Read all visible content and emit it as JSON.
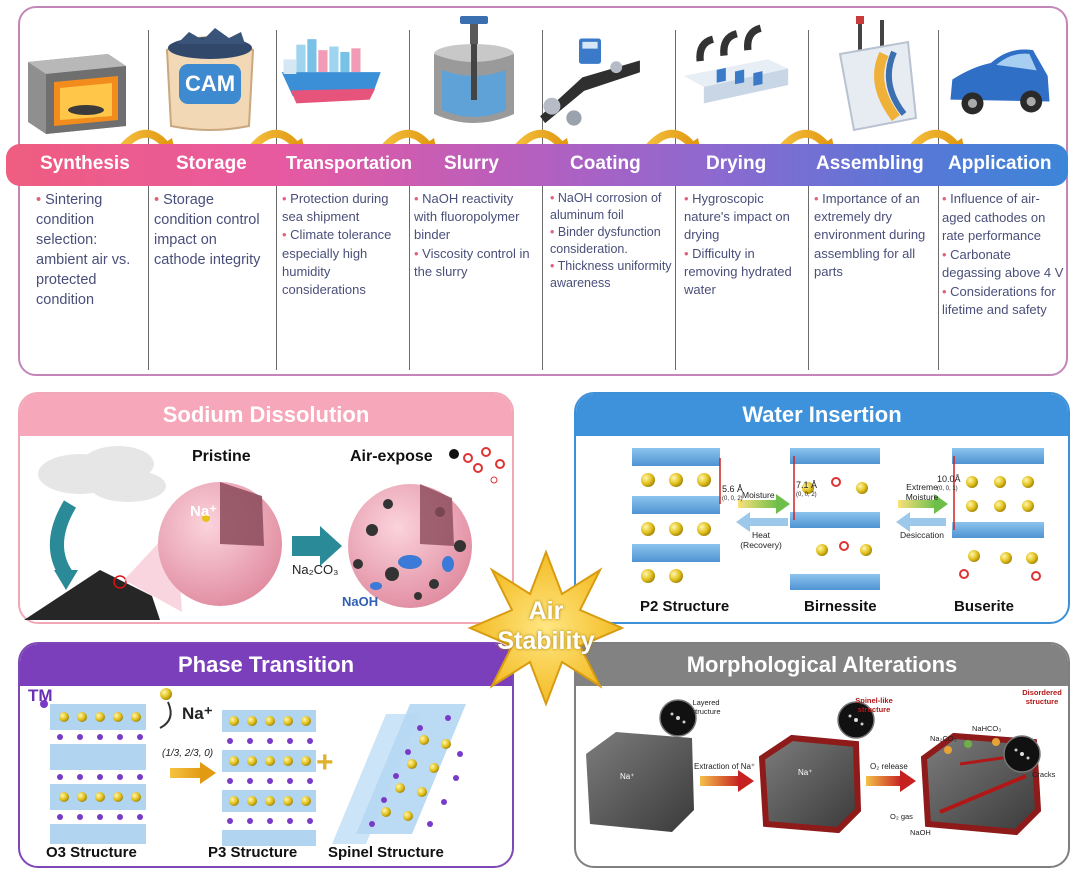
{
  "process": {
    "stages": [
      {
        "label": "Synthesis",
        "bullets": [
          "Sintering condition selection: ambient air vs. protected condition"
        ]
      },
      {
        "label": "Storage",
        "bullets": [
          "Storage condition control impact on cathode integrity"
        ]
      },
      {
        "label": "Transportation",
        "bullets": [
          "Protection during sea shipment",
          "Climate tolerance especially high humidity considerations"
        ]
      },
      {
        "label": "Slurry",
        "bullets": [
          "NaOH reactivity with fluoropolymer binder",
          "Viscosity control in the slurry"
        ]
      },
      {
        "label": "Coating",
        "bullets": [
          "NaOH corrosion of aluminum foil",
          "Binder dysfunction consideration.",
          "Thickness uniformity awareness"
        ]
      },
      {
        "label": "Drying",
        "bullets": [
          "Hygroscopic nature's impact on drying",
          "Difficulty in removing hydrated water"
        ]
      },
      {
        "label": "Assembling",
        "bullets": [
          "Importance of an extremely dry environment during assembling for all parts"
        ]
      },
      {
        "label": "Application",
        "bullets": [
          "Influence of air-aged cathodes on rate performance",
          "Carbonate degassing above 4 V",
          "Considerations for lifetime and safety"
        ]
      }
    ],
    "storage_bag_label": "CAM"
  },
  "sodium_dissolution": {
    "title": "Sodium Dissolution",
    "pristine_label": "Pristine",
    "air_expose_label": "Air-expose",
    "na_label": "Na⁺",
    "na2co3_label": "Na₂CO₃",
    "naoh_label": "NaOH"
  },
  "water_insertion": {
    "title": "Water Insertion",
    "structures": [
      "P2 Structure",
      "Birnessite",
      "Buserite"
    ],
    "spacings": [
      "5.6 Å",
      "7.1 Å",
      "10.0Å"
    ],
    "planes": [
      "(0, 0, 2)",
      "(0, 0, 2)",
      "(0, 0, 1)"
    ],
    "arrow_labels": {
      "moisture": "Moisture",
      "heat": "Heat (Recovery)",
      "extreme": "Extreme Moisture",
      "desiccation": "Desiccation"
    }
  },
  "center": {
    "line1": "Air",
    "line2": "Stability"
  },
  "phase_transition": {
    "title": "Phase Transition",
    "tm_label": "TM",
    "na_label": "Na⁺",
    "coords": "(1/3, 2/3, 0)",
    "plus": "+",
    "structures": [
      "O3 Structure",
      "P3 Structure",
      "Spinel Structure"
    ]
  },
  "morphological": {
    "title": "Morphological Alterations",
    "layered": "Layered structure",
    "spinel": "Spinel-like structure",
    "disordered": "Disordered structure",
    "extraction": "Extraction of Na⁺",
    "o2_release": "O₂ release",
    "na_in": "Na⁺",
    "na_out": "Na⁺",
    "na2co3": "Na₂CO₃",
    "nahco3": "NaHCO₃",
    "cracks": "Cracks",
    "o2_gas": "O₂ gas",
    "naoh": "NaOH"
  },
  "colors": {
    "bar_start": "#ef5d80",
    "bar_end": "#3c86d8",
    "bullet": "#e0607e",
    "text": "#4a4f7a",
    "star": "#f6c62a"
  }
}
